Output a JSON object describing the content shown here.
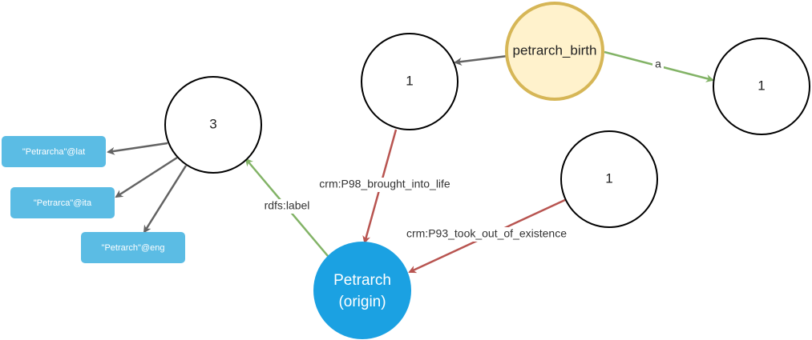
{
  "colors": {
    "arrow_grey": "#636363",
    "arrow_green": "#82b366",
    "arrow_red": "#b85450",
    "birth_fill": "#fff2cc",
    "birth_stroke": "#d6b656",
    "origin_fill": "#1ba1e2",
    "literal_fill": "#5bbce4"
  },
  "nodes": {
    "petrarch_birth": {
      "label": "petrarch_birth"
    },
    "count_left_top": {
      "label": "1"
    },
    "count_right_top": {
      "label": "1"
    },
    "count_right_mid": {
      "label": "1"
    },
    "count_labels": {
      "label": "3"
    },
    "origin": {
      "label_line1": "Petrarch",
      "label_line2": "(origin)"
    }
  },
  "literals": [
    {
      "label": "\"Petrarcha\"@lat"
    },
    {
      "label": "\"Petrarca\"@ita"
    },
    {
      "label": "\"Petrarch\"@eng"
    }
  ],
  "edges": {
    "a": {
      "label": "a"
    },
    "brought_into_life": {
      "label": "crm:P98_brought_into_life"
    },
    "took_out_of_existence": {
      "label": "crm:P93_took_out_of_existence"
    },
    "rdfs_label": {
      "label": "rdfs:label"
    }
  }
}
